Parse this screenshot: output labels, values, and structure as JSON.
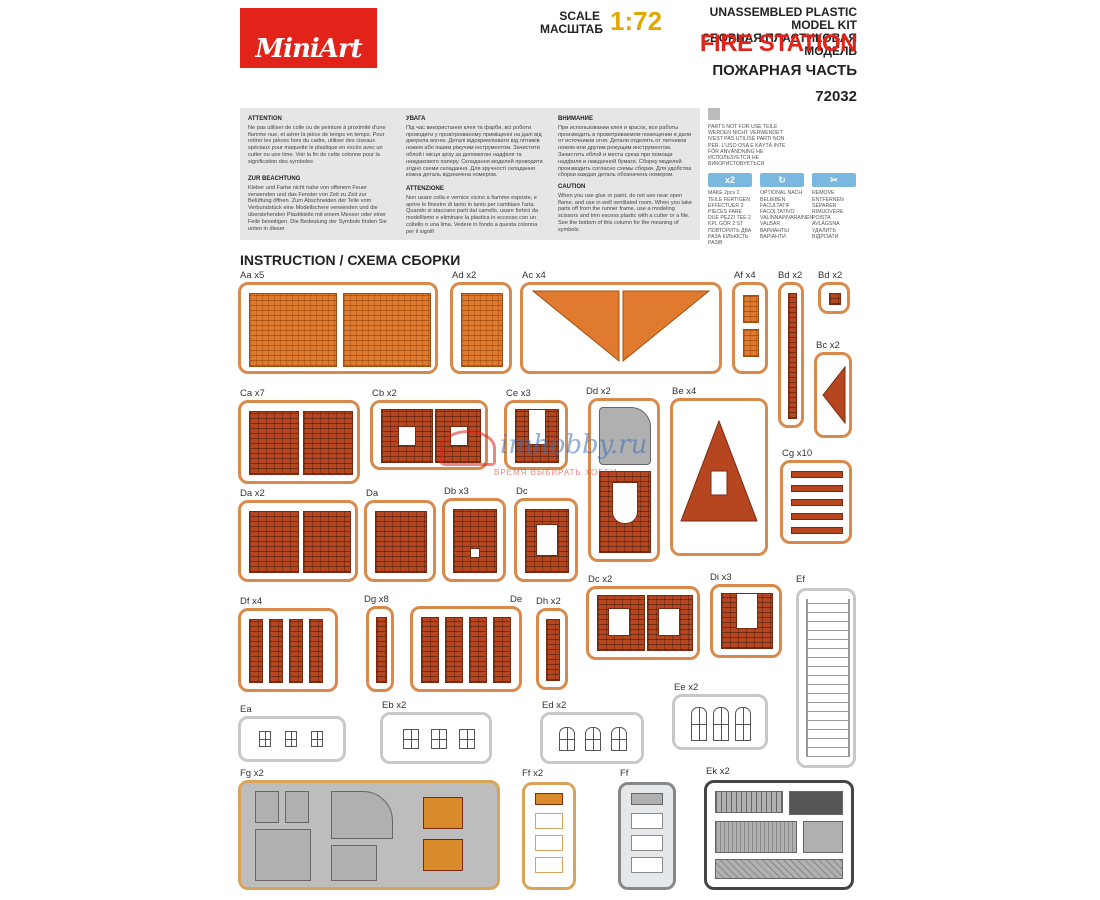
{
  "header": {
    "brand": "MiniArt",
    "scale_label_en": "SCALE",
    "scale_label_ru": "МАСШТАБ",
    "scale_value": "1:72",
    "kit_line_en": "UNASSEMBLED PLASTIC MODEL KIT",
    "kit_line_ru": "СБОРНАЯ ПЛАСТИКОВАЯ МОДЕЛЬ",
    "title": "FIRE STATION",
    "subtitle": "ПОЖАРНАЯ ЧАСТЬ",
    "number": "72032"
  },
  "notes": {
    "fr_head": "ATTENTION",
    "fr_text": "Ne pas utiliser de colle ou de peinture à proximité d'une flamme nue, et aérer la pièce de temps en temps. Pour retirer les pièces hors du cadre, utiliser des ciseaux spéciaux pour maquette le plastique en excès avec un cutter ou une lime. Voir la fin de cette colonne pour la signification des symboles",
    "de_head": "ZUR BEACHTUNG",
    "de_text": "Kleber und Farbe nicht nahe von offenem Feuer verwenden und das Fenster von Zeit zu Zeit zur Belüftung öffnen. Zum Abschneiden der Teile vom Verbundstück eine Modellschere verwenden und die überstehenden Plastikteile mit einem Messer oder einer Feile beseitigen. Die Bedeutung der Symbole finden Sie unten in dieser",
    "ua_head": "УВАГА",
    "ua_text": "Під час використання клея та фарби, всі роботи проводити у провітрюваному приміщенні на далі від джерела вогню. Деталі відокремлювати від літників ножем або іншим ріжучим інструментом. Зачистити облой і місця зрізу за допомогою надфіля та наждакового паперу. Складання моделей проводити згідно схеми складання. Для зручності складання кожна деталь відзначена номером.",
    "it_head": "ATTENZIONE",
    "it_text": "Non usare colla e vernice vicino a fiamme esposte, e aprire le finestre di tanto in tanto per cambiare l'aria. Quando si staccano parti dal carrello, usare forbici da modellismo e eliminare la plastica in eccesso con un coltello o una lima. Vedere in fondo a questa colonna per il signifi",
    "ru_head": "ВНИМАНИЕ",
    "ru_text": "При использовании клея и красок, все работы производить в проветриваемом помещении в дали от источников огня. Детали отделять от литников ножом или другим режущим инструментом. Зачистить облой и места среза при помощи надфиля и наждачной бумаги. Сборку моделей производить согласно схемы сборки. Для удобства сборки каждая деталь обозначена номером.",
    "en_head": "CAUTION",
    "en_text": "When you use glue or paint, do not use near open flame, and use in well ventilated room. When you take parts off from the runner frame, use a modeling scissors and trim excess plastic with a cutter or a file. See the bottom of this column for the meaning of symbols."
  },
  "symbols": {
    "not_for_use": "PARTS NOT FOR USE TEILE WERDEN NICHT VERWENDET N'EST PAS UTILISÉ PARTI NON PER. L'USO OSA E KÄYTÄ INTE FÖR ANVÄNDNING НЕ ИСПОЛЬЗУЕТСЯ НЕ ВИКОРИСТОВУЄТЬСЯ",
    "make_icon": "x2",
    "make_text": "MAKE 2pcs 2 TEILE FERTIGEN EFFECTUER 2 PIECES FARE DUE PEZZI TEE 2 KPL GÖR 2 ST ПОВТОРИТЬ ДВА РАЗА КІЛЬКІСТЬ РАЗІВ",
    "optional_icon": "↻",
    "optional_text": "OPTIONAL NACH BELIEBEN FACULTATIF FACOLTATIVO VALINNAINVARAINEN VALBAR ВАРИАНТЫ ВАРІАНТИ",
    "remove_icon": "✂",
    "remove_text": "REMOVE ENTFERNEN SÉPARER RIMUOVERE POISTA AVLÄGSNA УДАЛИТЬ ВІДРІЗАТИ"
  },
  "instruction_title": "INSTRUCTION / СХЕМА СБОРКИ",
  "sprues": {
    "aa": "Aa x5",
    "ad": "Ad x2",
    "ac": "Ac x4",
    "af": "Af x4",
    "bd1": "Bd x2",
    "bd2": "Bd x2",
    "bc": "Bc x2",
    "ca": "Ca x7",
    "cb": "Cb x2",
    "ce": "Ce x3",
    "dd": "Dd x2",
    "be": "Be x4",
    "cg": "Cg x10",
    "da": "Da x2",
    "da1": "Da",
    "db": "Db x3",
    "dc": "Dc",
    "df": "Df x4",
    "dg": "Dg x8",
    "de": "De",
    "dh": "Dh x2",
    "dc2": "Dc x2",
    "di": "Di x3",
    "ef": "Ef",
    "ea": "Ea",
    "eb": "Eb x2",
    "ed": "Ed x2",
    "ee": "Ee x2",
    "fg": "Fg x2",
    "ff2": "Ff x2",
    "ff": "Ff",
    "ek": "Ek x2"
  },
  "watermark": {
    "site": "imhobby.ru",
    "tagline": "ВРЕМЯ ВЫБИРАТЬ ХОББИ"
  }
}
